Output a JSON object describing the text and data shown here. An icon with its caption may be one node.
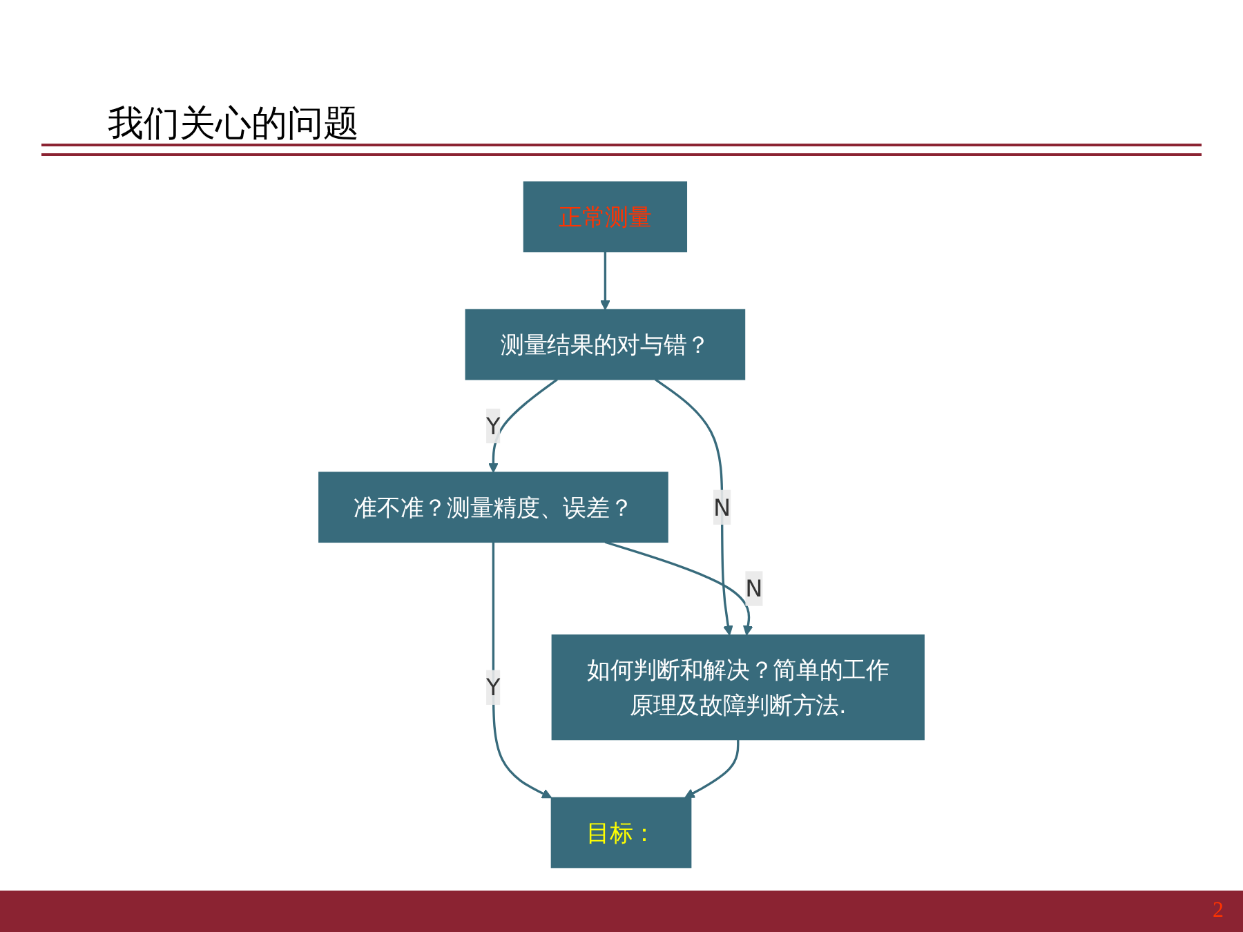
{
  "diagram": {
    "title": "我们关心的问题",
    "nodes": [
      {
        "text": [
          "目标："
        ]
      },
      {
        "text": [
          "正常测量"
        ]
      },
      {
        "text": [
          "测量结果的对与错？"
        ]
      },
      {
        "text": [
          "准不准？测量精度、误差？"
        ]
      },
      {
        "text": [
          "如何判断和解决？简单的工作原理及故障判断方法."
        ]
      }
    ],
    "edges": [
      {
        "from": 1,
        "to": 2,
        "arrow": "to"
      },
      {
        "from": 2,
        "to": 3,
        "arrow": "to",
        "label": "Y"
      },
      {
        "from": 2,
        "to": 4,
        "arrow": "to",
        "label": "N"
      },
      {
        "from": 3,
        "to": 4,
        "arrow": "to",
        "label": "N"
      },
      {
        "from": 3,
        "to": 0,
        "arrow": "to",
        "label": "Y"
      },
      {
        "from": 4,
        "to": 0,
        "arrow": "to"
      }
    ],
    "labels": [
      "2"
    ]
  }
}
